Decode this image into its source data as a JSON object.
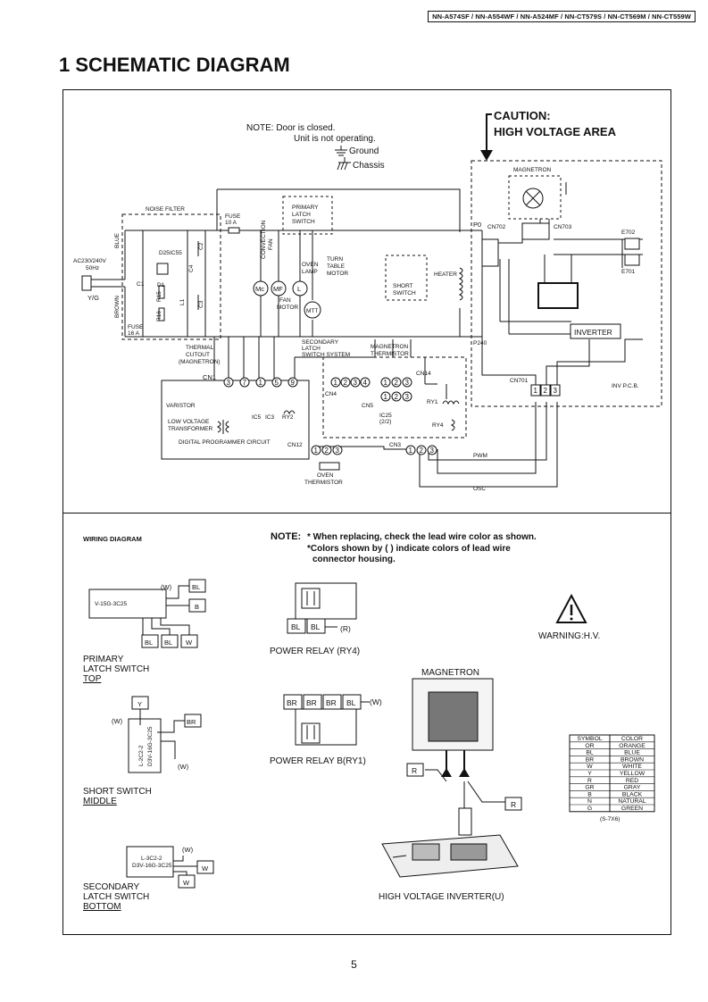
{
  "header_models": "NN-A574SF / NN-A554WF  / NN-A524MF / NN-CT579S / NN-CT569M / NN-CT559W",
  "title": "1  SCHEMATIC DIAGRAM",
  "page_number": "5",
  "schematic": {
    "note_line1": "NOTE:  Door is closed.",
    "note_line2": "Unit is not operating.",
    "ground": "Ground",
    "chassis": "Chassis",
    "caution1": "CAUTION:",
    "caution2": "HIGH VOLTAGE AREA",
    "noise_filter": "NOISE FILTER",
    "magnetron": "MAGNETRON",
    "fuse_main1": "FUSE",
    "fuse_main2": "10 A",
    "primary_latch1": "PRIMARY",
    "primary_latch2": "LATCH",
    "primary_latch3": "SWITCH",
    "ac1": "AC230/240V",
    "ac2": "50Hz",
    "yg": "Y/G",
    "blue": "BLUE",
    "brown": "BROWN",
    "fuse16a1": "FUSE",
    "fuse16a2": "16 A",
    "conv_fan1": "CONVECTION",
    "conv_fan2": "FAN",
    "oven_lamp1": "OVEN",
    "oven_lamp2": "LAMP",
    "tt_motor1": "TURN",
    "tt_motor2": "TABLE",
    "tt_motor3": "MOTOR",
    "fan_motor1": "FAN",
    "fan_motor2": "MOTOR",
    "mc": "Mc",
    "mf": "MF",
    "l": "L",
    "mtt": "MTT",
    "short_switch1": "SHORT",
    "short_switch2": "SWITCH",
    "heater": "HEATER",
    "p0": "P0",
    "p240": "P240",
    "cn702": "CN702",
    "cn703": "CN703",
    "e702": "E702",
    "e701": "E701",
    "inverter": "INVERTER",
    "inv_pcb": "INV P.C.B.",
    "cn701": "CN701",
    "thermal1": "THERMAL",
    "thermal2": "CUTOUT",
    "thermal3": "(MAGNETRON)",
    "secondary1": "SECONDARY",
    "secondary2": "LATCH",
    "secondary3": "SWITCH SYSTEM",
    "mag_therm1": "MAGNETRON",
    "mag_therm2": "THERMISTOR",
    "cn1": "CN1",
    "cn4": "CN4",
    "cn14": "CN14",
    "cn5": "CN5",
    "cn12": "CN12",
    "cn3": "CN3",
    "ry1": "RY1",
    "ry2": "RY2",
    "ry4": "RY4",
    "ic5": "IC5",
    "ic3": "IC3",
    "ic25a": "IC25",
    "ic25b": "(2/2)",
    "varistor": "VARISTOR",
    "lvt1": "LOW VOLTAGE",
    "lvt2": "TRANSFORMER",
    "dpc": "DIGITAL PROGRAMMER CIRCUIT",
    "oven_therm1": "OVEN",
    "oven_therm2": "THERMISTOR",
    "pwm": "PWM",
    "osc": "OSC",
    "c1": "C1",
    "c2": "C2",
    "c3": "C3",
    "c4": "C4",
    "l1": "L1",
    "r15": "R15",
    "r16": "R16",
    "d1": "D1",
    "d25": "D25",
    "ic55": "IC55",
    "cn1_pins": [
      "3",
      "7",
      "1",
      "5",
      "9"
    ],
    "cn4_pins": [
      "1",
      "2",
      "3",
      "4"
    ],
    "cn14_pins": [
      "1",
      "2",
      "3"
    ],
    "cn5_pins": [
      "1",
      "2",
      "3"
    ],
    "cn12_pins": [
      "1",
      "2",
      "3"
    ],
    "cn3_pins": [
      "1",
      "2",
      "3"
    ],
    "cn701_pins": [
      "1",
      "2",
      "3"
    ]
  },
  "wiring": {
    "title": "WIRING DIAGRAM",
    "note_label": "NOTE:",
    "note_line1": "* When replacing, check the lead wire color as shown.",
    "note_line2": "*Colors shown by ( ) indicate colors of lead wire",
    "note_line3": "connector housing.",
    "primary_part": "V-15G-3C25",
    "primary_label1": "PRIMARY",
    "primary_label2": "LATCH SWITCH",
    "primary_label3": "TOP",
    "short_part1": "L-2C2-2",
    "short_part2": "D3V-16G-3C25",
    "short_label1": "SHORT SWITCH",
    "short_label2": "MIDDLE",
    "secondary_part1": "L-3C2-2",
    "secondary_part2": "D3V-16G-3C25",
    "secondary_label1": "SECONDARY",
    "secondary_label2": "LATCH SWITCH",
    "secondary_label3": "BOTTOM",
    "w": "(W)",
    "r_paren": "(R)",
    "bl": "BL",
    "b": "B",
    "br": "BR",
    "y": "Y",
    "w_box": "W",
    "r_box": "R",
    "power_relay_ry4": "POWER RELAY (RY4)",
    "power_relay_b": "POWER RELAY B(RY1)",
    "warning": "WARNING:H.V.",
    "magnetron": "MAGNETRON",
    "hv_inverter": "HIGH VOLTAGE INVERTER(U)",
    "color_table_headers": [
      "SYMBOL",
      "COLOR"
    ],
    "color_table_rows": [
      [
        "OR",
        "ORANGE"
      ],
      [
        "BL",
        "BLUE"
      ],
      [
        "BR",
        "BROWN"
      ],
      [
        "W",
        "WHITE"
      ],
      [
        "Y",
        "YELLOW"
      ],
      [
        "R",
        "RED"
      ],
      [
        "GR",
        "GRAY"
      ],
      [
        "B",
        "BLACK"
      ],
      [
        "N",
        "NATURAL"
      ],
      [
        "G",
        "GREEN"
      ]
    ],
    "table_code": "(S-7X6)"
  }
}
